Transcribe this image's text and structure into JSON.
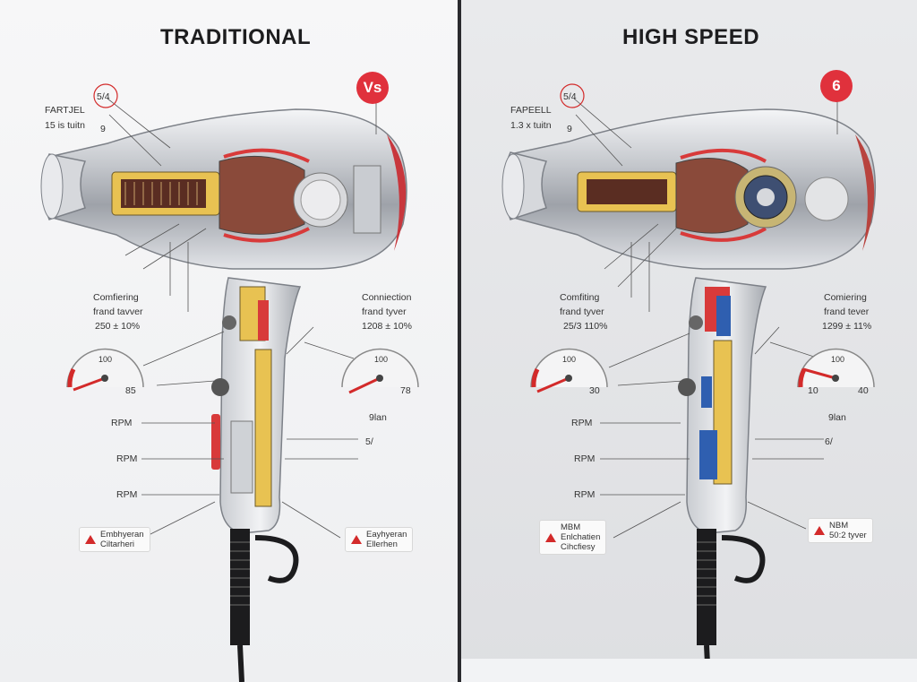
{
  "left": {
    "title": "TRADITIONAL",
    "badge": "Vs",
    "tag_top": "5/4",
    "tag_sub": "9",
    "spec_name": "FARTJEL",
    "spec_val": "15 is tuitn",
    "label_left_1": "Comfiering",
    "label_left_2": "frand tavver",
    "label_left_3": "250 ± 10%",
    "label_right_1": "Conniection",
    "label_right_2": "frand tyver",
    "label_right_3": "1208 ± 10%",
    "gauge_left_value": "100",
    "gauge_left_low": "85",
    "gauge_right_value": "100",
    "gauge_right_low": "78",
    "side_1": "9lan",
    "side_2": "5/",
    "rpm_1": "RPM",
    "rpm_2": "RPM",
    "rpm_3": "RPM",
    "warn_left_1": "Embhyeran",
    "warn_left_2": "Ciltarheri",
    "warn_right_1": "Eayhyeran",
    "warn_right_2": "Ellerhen"
  },
  "right": {
    "title": "HIGH SPEED",
    "badge": "6",
    "tag_top": "5/4",
    "tag_sub": "9",
    "spec_name": "FAPEELL",
    "spec_val": "1.3 x tuitn",
    "label_left_1": "Comfiting",
    "label_left_2": "frand tyver",
    "label_left_3": "25/3 110%",
    "label_right_1": "Comiering",
    "label_right_2": "frand tever",
    "label_right_3": "1299 ± 11%",
    "gauge_left_value": "100",
    "gauge_left_low": "30",
    "gauge_right_low_left": "10",
    "gauge_right_value": "100",
    "gauge_right_low": "40",
    "side_1": "9lan",
    "side_2": "6/",
    "rpm_1": "RPM",
    "rpm_2": "RPM",
    "rpm_3": "RPM",
    "warn_left_1": "MBM",
    "warn_left_2": "Enlchatien",
    "warn_left_3": "Cihcfiesy",
    "warn_right_1": "NBM",
    "warn_right_2": "50:2 tyver"
  },
  "colors": {
    "accent_red": "#e0313c",
    "motor_yellow": "#e8c252",
    "motor_blue": "#2f5fb0",
    "chrome": "#b9bcc2",
    "cord": "#1c1c1e"
  },
  "icons": [
    "warning-icon",
    "gauge-icon",
    "hair-dryer-cutaway-icon"
  ]
}
